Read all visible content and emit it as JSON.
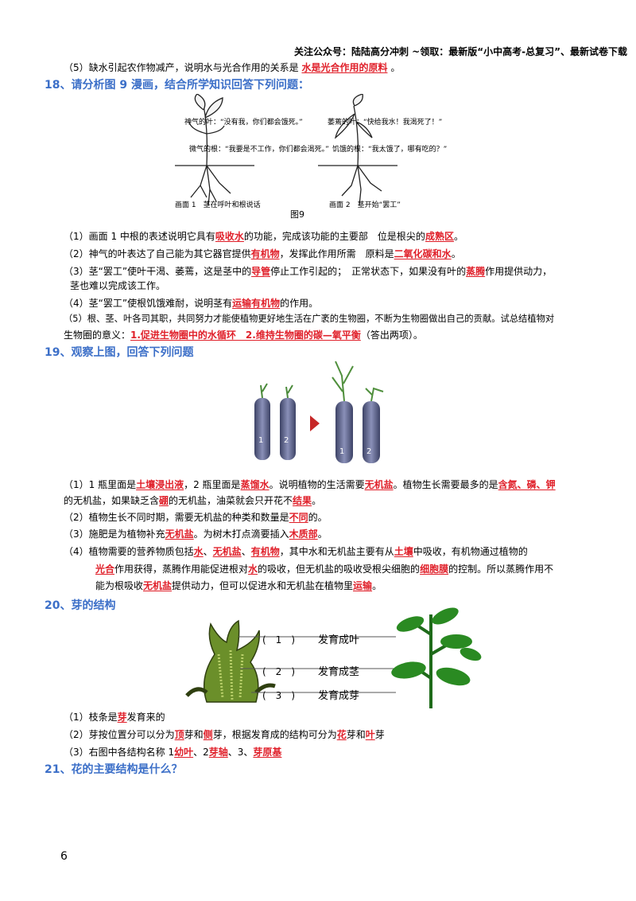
{
  "header": "关注公众号：陆陆高分冲刺 ~领取：最新版“小中高考-总复习”、最新试卷下载",
  "q17_5": {
    "pre": "（5）缺水引起农作物减产，说明水与光合作用的关系是",
    "ans": "水是光合作用的原料",
    "post": "。"
  },
  "q18": {
    "title": "18、请分析图 9 漫画，结合所学知识回答下列问题：",
    "fig": {
      "bubble1": "神气的叶：“没有我，你们都会饿死。”",
      "bubble2": "微气的根：“我要是不工作，你们都会渴死。”",
      "bubble3": "萎蔫的叶：“快给我水！我渴死了！”",
      "bubble4": "饥饿的根：“我太饿了，哪有吃的？”",
      "cap1": "画面 1　茎在呼叶和根说话",
      "cap2": "画面 2　茎开始“罢工”",
      "label": "图9"
    },
    "l1": {
      "a": "（1）画面 1 中根的表述说明它具有",
      "ans1": "吸收水",
      "b": "的功能，完成该功能的主要部　位是根尖的",
      "ans2": "成熟区",
      "c": "。"
    },
    "l2": {
      "a": "（2）神气的叶表达了自己能为其它器官提供",
      "ans1": "有机物",
      "b": "，发挥此作用所需　原料是",
      "ans2": "二氧化碳和水",
      "c": "。"
    },
    "l3": {
      "a": "（3）茎“罢工”使叶干渴、萎蔫，这是茎中的",
      "ans1": "导管",
      "b": "停止工作引起的；　正常状态下，如果没有叶的",
      "ans2": "蒸腾",
      "c": "作用提供动力，"
    },
    "l3b": "茎也难以完成该工作。",
    "l4": {
      "a": "（4）茎“罢工”使根饥饿难耐，说明茎有",
      "ans1": "运输有机物",
      "b": "的作用。"
    },
    "l5": "（5）根、茎、叶各司其职，共同努力才能使植物更好地生活在广袤的生物圈，不断为生物圈做出自己的贡献。试总结植物对",
    "l6": {
      "a": "生物圈的意义：",
      "ans1": "1.促进生物圈中的水循环　2.维持生物圈的碳—氧平衡",
      "b": "（答出两项）。"
    }
  },
  "q19": {
    "title": "19、观察上图，回答下列问题",
    "fig": {
      "t1": "1",
      "t2": "2"
    },
    "l1": {
      "a": "（1）1 瓶里面是",
      "ans1": "土壤浸出液",
      "b": "，2 瓶里面是",
      "ans2": "蒸馏水",
      "c": "。说明植物的生活需要",
      "ans3": "无机盐",
      "d": "。植物生长需要最多的是",
      "ans4": "含氮、磷、钾"
    },
    "l1b": {
      "a": "的无机盐，如果缺乏含",
      "ans1": "硼",
      "b": "的无机盐，油菜就会只开花不",
      "ans2": "结果",
      "c": "。"
    },
    "l2": {
      "a": "（2）植物生长不同时期，需要无机盐的种类和数量是",
      "ans1": "不同",
      "b": "的。"
    },
    "l3": {
      "a": "（3）施肥是为植物补充",
      "ans1": "无机盐",
      "b": "。为树木打点滴要插入",
      "ans2": "木质部",
      "c": "。"
    },
    "l4": {
      "a": "（4）植物需要的营养物质包括",
      "ans1": "水",
      "b": "、",
      "ans2": "无机盐",
      "c": "、",
      "ans3": "有机物",
      "d": "，其中水和无机盐主要有从",
      "ans4": "土壤",
      "e": "中吸收，有机物通过植物的"
    },
    "l4b": {
      "ans1": "光合",
      "a": "作用获得，蒸腾作用能促进根对",
      "ans2": "水",
      "b": "的吸收，但无机盐的吸收受根尖细胞的",
      "ans3": "细胞膜",
      "c": "的控制。所以蒸腾作用不"
    },
    "l4c": {
      "a": "能为根吸收",
      "ans1": "无机盐",
      "b": "提供动力，但可以促进水和无机盐在植物里",
      "ans2": "运输",
      "c": "。"
    }
  },
  "q20": {
    "title": "20、芽的结构",
    "fig": {
      "n1": "(　1　)",
      "t1": "发育成叶",
      "n2": "(　2　)",
      "t2": "发育成茎",
      "n3": "(　3　)",
      "t3": "发育成芽"
    },
    "l1": {
      "a": "（1）枝条是",
      "ans1": "芽",
      "b": "发育来的"
    },
    "l2": {
      "a": "（2）芽按位置分可以分为",
      "ans1": "顶",
      "b": "芽和",
      "ans2": "侧",
      "c": "芽，根据发育成的结构可分为",
      "ans3": "花",
      "d": "芽和",
      "ans4": "叶",
      "e": "芽"
    },
    "l3": {
      "a": "（3）右图中各结构名称 1",
      "ans1": "幼叶",
      "b": "、2",
      "ans2": "芽轴",
      "c": "、3、",
      "ans3": "芽原基"
    }
  },
  "q21": {
    "title": "21、花的主要结构是什么？"
  },
  "page_number": "6",
  "colors": {
    "answer": "#e0202a",
    "section": "#3c6fc8"
  }
}
